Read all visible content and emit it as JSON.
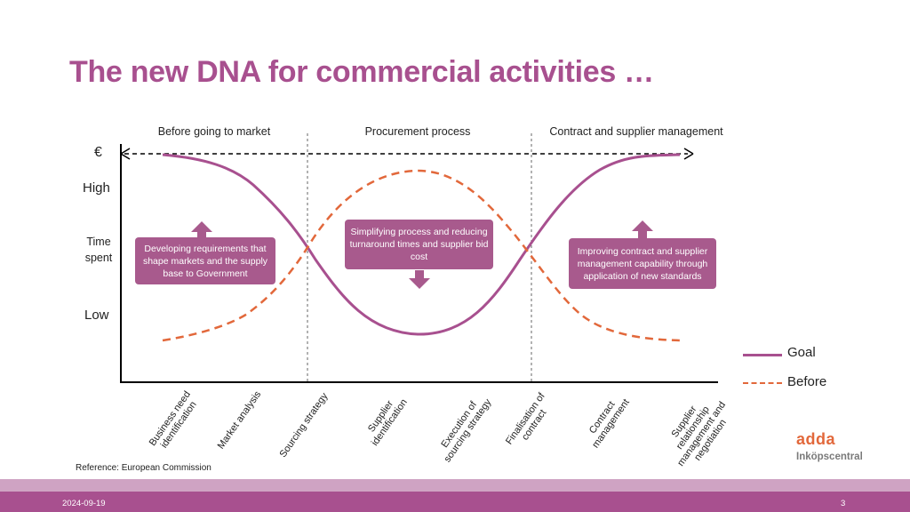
{
  "title": "The new DNA for commercial activities …",
  "phases": [
    "Before going to market",
    "Procurement process",
    "Contract and supplier management"
  ],
  "y_axis": {
    "top": "€",
    "high": "High",
    "mid_line1": "Time",
    "mid_line2": "spent",
    "low": "Low"
  },
  "boxes": {
    "left": "Developing requirements that shape markets and the supply base to Government",
    "center": "Simplifying process and reducing turnaround times and supplier bid cost",
    "right": "Improving contract and supplier management capability through application of new standards"
  },
  "stages": [
    {
      "line1": "Business need",
      "line2": "identification"
    },
    {
      "line1": "Market analysis",
      "line2": ""
    },
    {
      "line1": "Sourcing strategy",
      "line2": ""
    },
    {
      "line1": "Supplier",
      "line2": "identification"
    },
    {
      "line1": "Execution of",
      "line2": "sourcing strategy"
    },
    {
      "line1": "Finalisation of",
      "line2": "contract"
    },
    {
      "line1": "Contract",
      "line2": "management"
    },
    {
      "line1": "Supplier",
      "line2": "relationship",
      "line3": "management and",
      "line4": "negotiation"
    }
  ],
  "legend": [
    {
      "label": "Goal",
      "color": "#a8508f",
      "style": "solid"
    },
    {
      "label": "Before",
      "color": "#e2683b",
      "style": "dashed"
    }
  ],
  "reference": "Reference: European Commission",
  "footer": {
    "date": "2024-09-19",
    "page": "3"
  },
  "logo": {
    "brand": "adda",
    "sub": "Inköpscentral"
  },
  "colors": {
    "goal": "#a8508f",
    "before": "#e2683b",
    "box": "#a85a8d"
  }
}
